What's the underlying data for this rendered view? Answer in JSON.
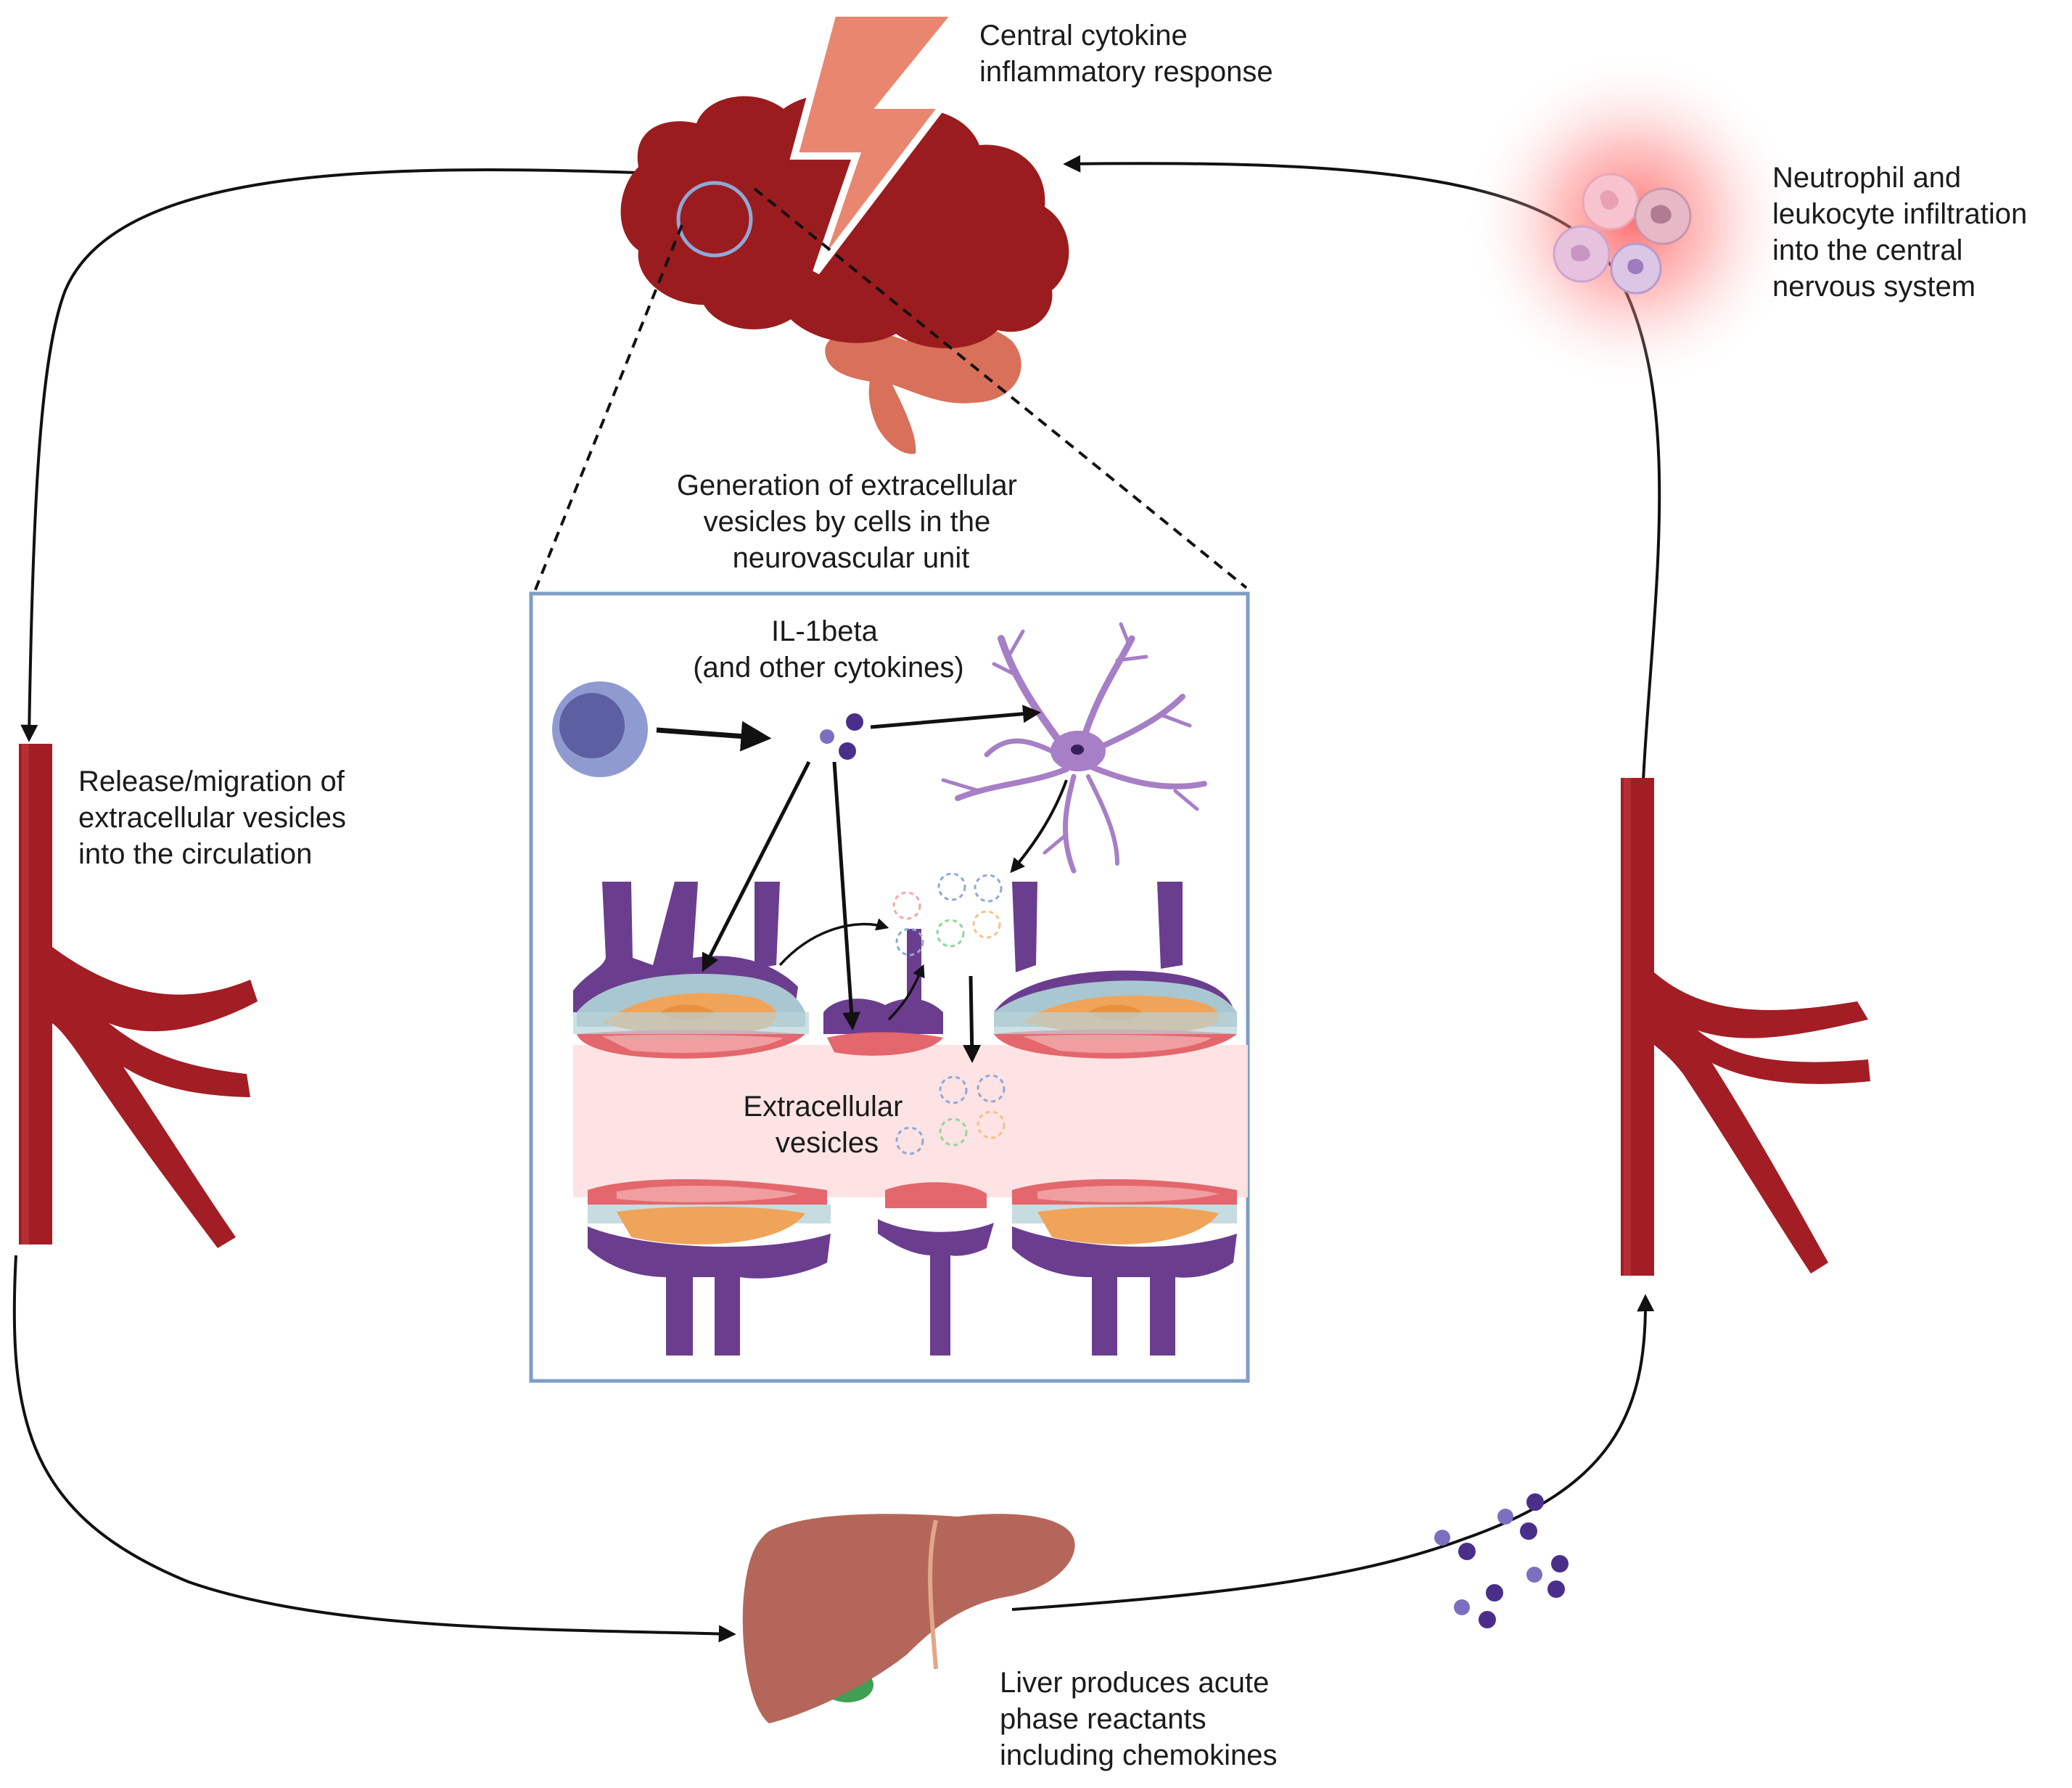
{
  "labels": {
    "central_response": [
      "Central cytokine",
      "inflammatory response"
    ],
    "infiltration": [
      "Neutrophil and",
      "leukocyte infiltration",
      "into the central",
      "nervous system"
    ],
    "generation": [
      "Generation of extracellular",
      "vesicles by cells in the",
      "neurovascular unit"
    ],
    "cytokine": [
      "IL-1beta",
      "(and other cytokines)"
    ],
    "release": [
      "Release/migration of",
      "extracellular vesicles",
      "into the circulation"
    ],
    "ev": [
      "Extracellular",
      "vesicles"
    ],
    "liver": [
      "Liver produces acute",
      "phase reactants",
      "including chemokines"
    ]
  },
  "icons": [
    "brain-icon",
    "lightning-bolt-icon",
    "neutrophil-icon",
    "blood-vessel-icon",
    "immune-cell-icon",
    "cytokine-icon",
    "astrocyte-icon",
    "vesicle-icon",
    "endothelial-cell-icon",
    "liver-icon",
    "chemokine-icon"
  ],
  "colors": {
    "brain": "#9b1c1f",
    "cerebellum": "#d9705a",
    "bolt": "#e98670",
    "vessel": "#a31d24",
    "inset_border": "#7f9dc7",
    "cell_purple": "#6b3d8f",
    "astrocyte": "#a67fc7",
    "immune_cell": "#6f78b6",
    "cytokine_dot": "#4a2f8a",
    "nucleus_orange": "#f0a45a",
    "endothelium_red": "#e3676c",
    "lumen": "#fde2e1",
    "liver": "#b5665a",
    "gallbladder": "#3f9f52",
    "glow": "#ff6b6b"
  }
}
